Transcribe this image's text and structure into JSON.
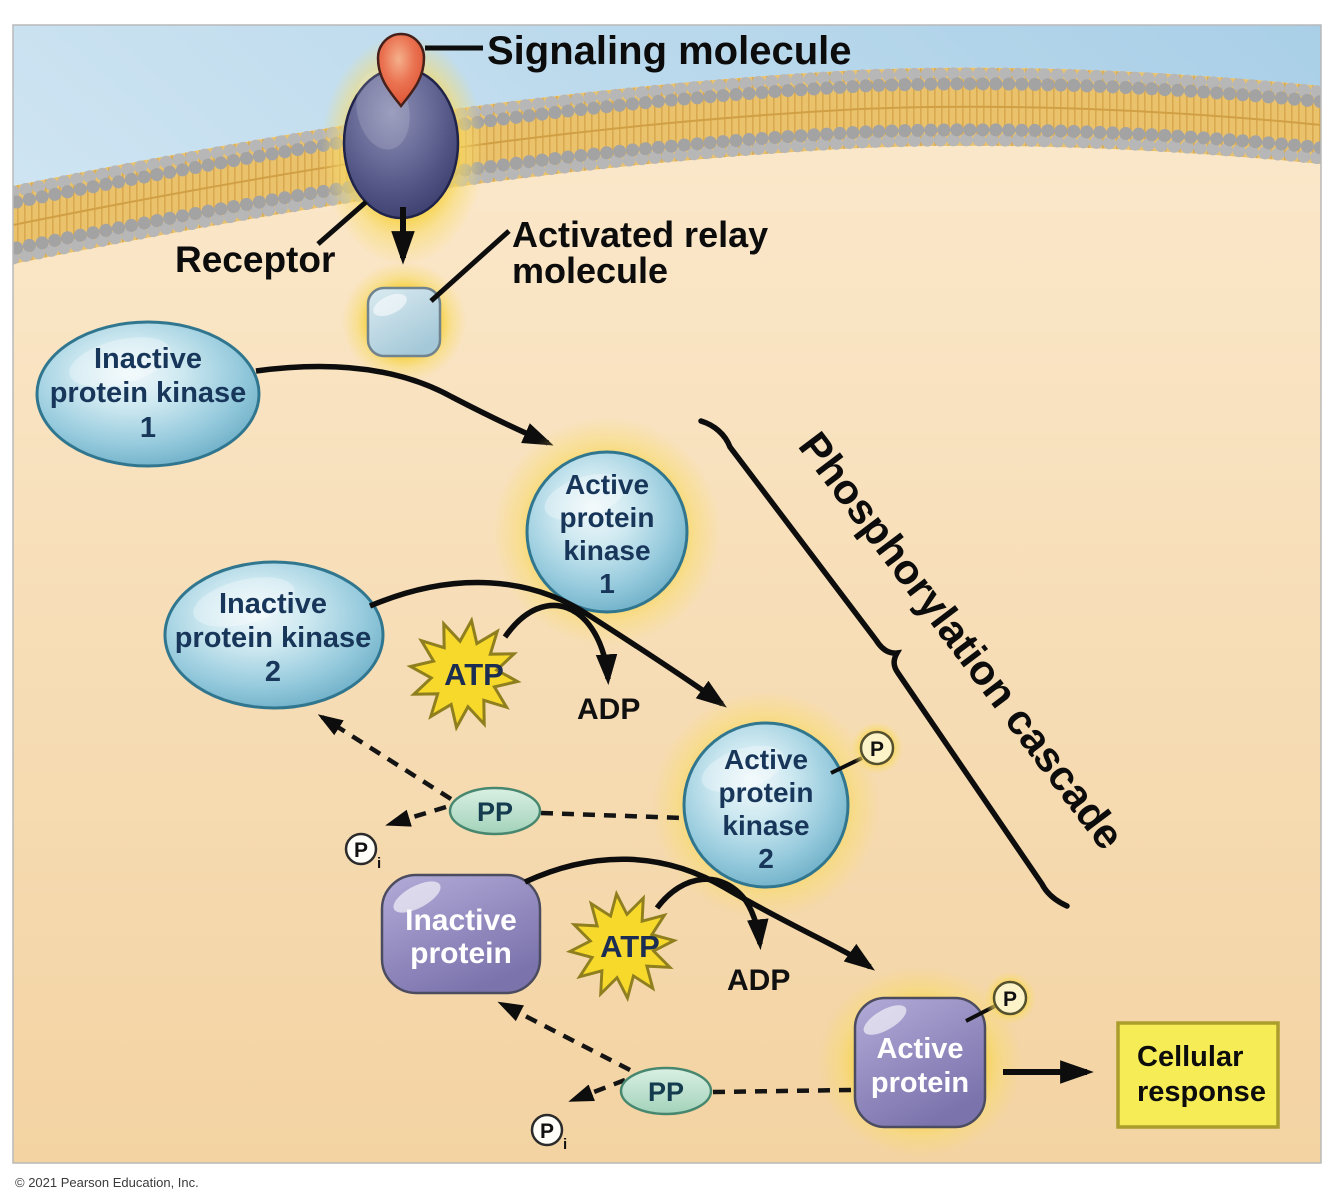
{
  "diagram": {
    "labels": {
      "signaling_molecule": "Signaling molecule",
      "receptor": "Receptor",
      "activated_relay_line1": "Activated relay",
      "activated_relay_line2": "molecule",
      "phosphorylation_cascade": "Phosphorylation cascade",
      "cellular_response_line1": "Cellular",
      "cellular_response_line2": "response"
    },
    "nodes": {
      "inactive_protein_kinase_1": [
        "Inactive",
        "protein kinase",
        "1"
      ],
      "active_protein_kinase_1": [
        "Active",
        "protein",
        "kinase",
        "1"
      ],
      "inactive_protein_kinase_2": [
        "Inactive",
        "protein kinase",
        "2"
      ],
      "active_protein_kinase_2": [
        "Active",
        "protein",
        "kinase",
        "2"
      ],
      "inactive_protein": [
        "Inactive",
        "protein"
      ],
      "active_protein": [
        "Active",
        "protein"
      ]
    },
    "molecules": {
      "atp": "ATP",
      "adp": "ADP",
      "phosphatase": "PP",
      "phosphate": "P",
      "phosphate_subscript": "i"
    },
    "footer": {
      "copyright": "© 2021 Pearson Education, Inc."
    },
    "colors": {
      "glow_yellow": "#f6cd2e",
      "kinase_blue": "#97cbdd",
      "protein_purple": "#978fc2",
      "membrane_tan": "#eac26c",
      "atp_yellow": "#f7d92b",
      "pp_green": "#a3d2ba",
      "response_yellow": "#f6ec55"
    }
  }
}
